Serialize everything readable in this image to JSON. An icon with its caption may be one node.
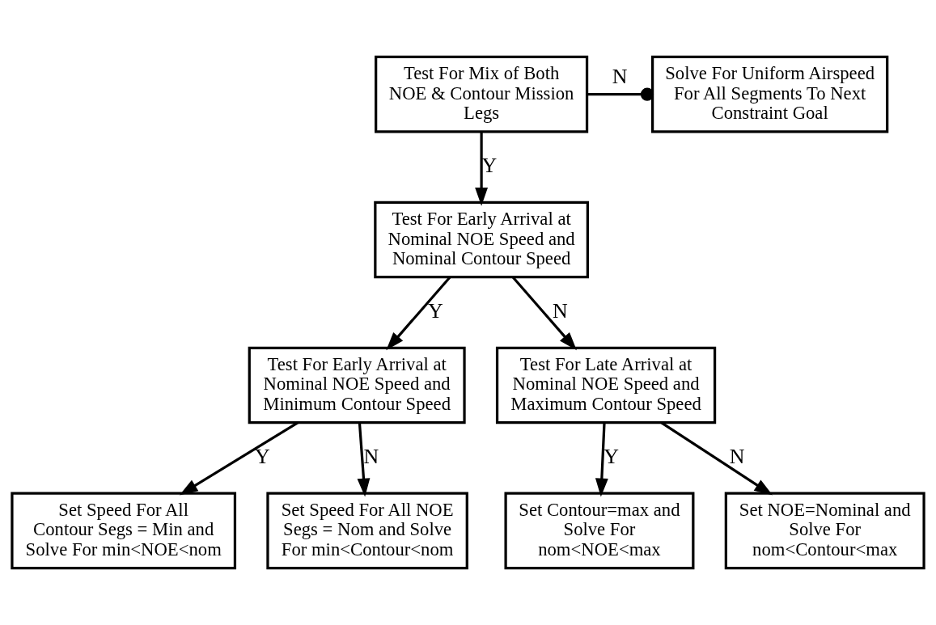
{
  "diagram": {
    "nodes": [
      {
        "text": [
          "Test For Mix of Both NOE & Contour Mission Legs"
        ]
      },
      {
        "text": [
          "Solve For Uniform Airspeed For All Segments To Next Constraint Goal"
        ]
      },
      {
        "text": [
          "Test For Early Arrival at Nominal NOE Speed and Nominal Contour Speed"
        ]
      },
      {
        "text": [
          "Test For Early Arrival at Nominal NOE Speed and Minimum Contour Speed"
        ]
      },
      {
        "text": [
          "Test For Late Arrival at Nominal NOE Speed and Maximum Contour Speed"
        ]
      },
      {
        "text": [
          "Set Speed For All Contour Segs = Min and Solve For min<NOE<nom"
        ]
      },
      {
        "text": [
          "Set Speed For All NOE Segs = Nom and Solve For min<Contour<nom"
        ]
      },
      {
        "text": [
          "Set Contour=max and Solve For nom<NOE<max"
        ]
      },
      {
        "text": [
          "Set NOE=Nominal and Solve For nom<Contour<max"
        ]
      }
    ],
    "edges": [
      {
        "from": 0,
        "to": 1,
        "arrow": "other",
        "label": "N"
      },
      {
        "from": 0,
        "to": 2,
        "arrow": "to",
        "label": "Y"
      },
      {
        "from": 2,
        "to": 3,
        "arrow": "to",
        "label": "Y"
      },
      {
        "from": 2,
        "to": 4,
        "arrow": "to",
        "label": "N"
      },
      {
        "from": 3,
        "to": 5,
        "arrow": "to",
        "label": "Y"
      },
      {
        "from": 3,
        "to": 6,
        "arrow": "to",
        "label": "N"
      },
      {
        "from": 4,
        "to": 7,
        "arrow": "to",
        "label": "Y"
      },
      {
        "from": 4,
        "to": 8,
        "arrow": "to",
        "label": "N"
      }
    ]
  }
}
